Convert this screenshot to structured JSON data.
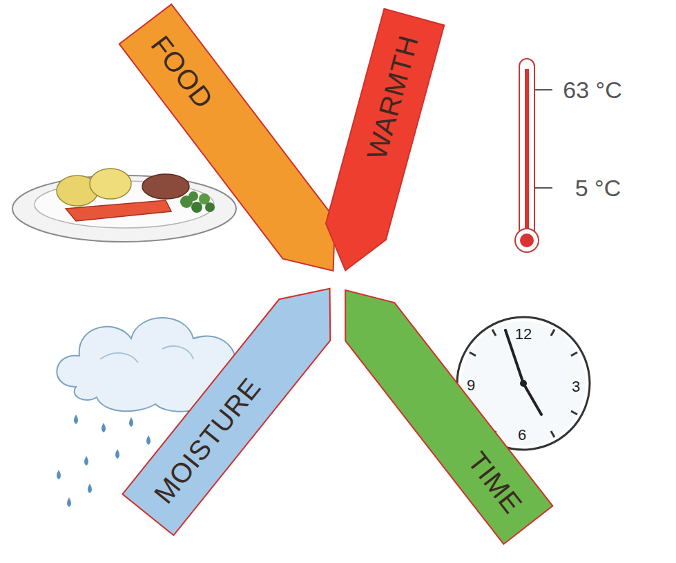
{
  "diagram": {
    "nodes": [
      {
        "text": [
          "FOOD"
        ]
      },
      {
        "text": [
          "WARMTH"
        ]
      },
      {
        "text": [
          "MOISTURE"
        ]
      },
      {
        "text": [
          "TIME"
        ]
      }
    ],
    "labels": [
      "63 °C",
      "5 °C",
      "12",
      "3",
      "6",
      "9"
    ]
  }
}
